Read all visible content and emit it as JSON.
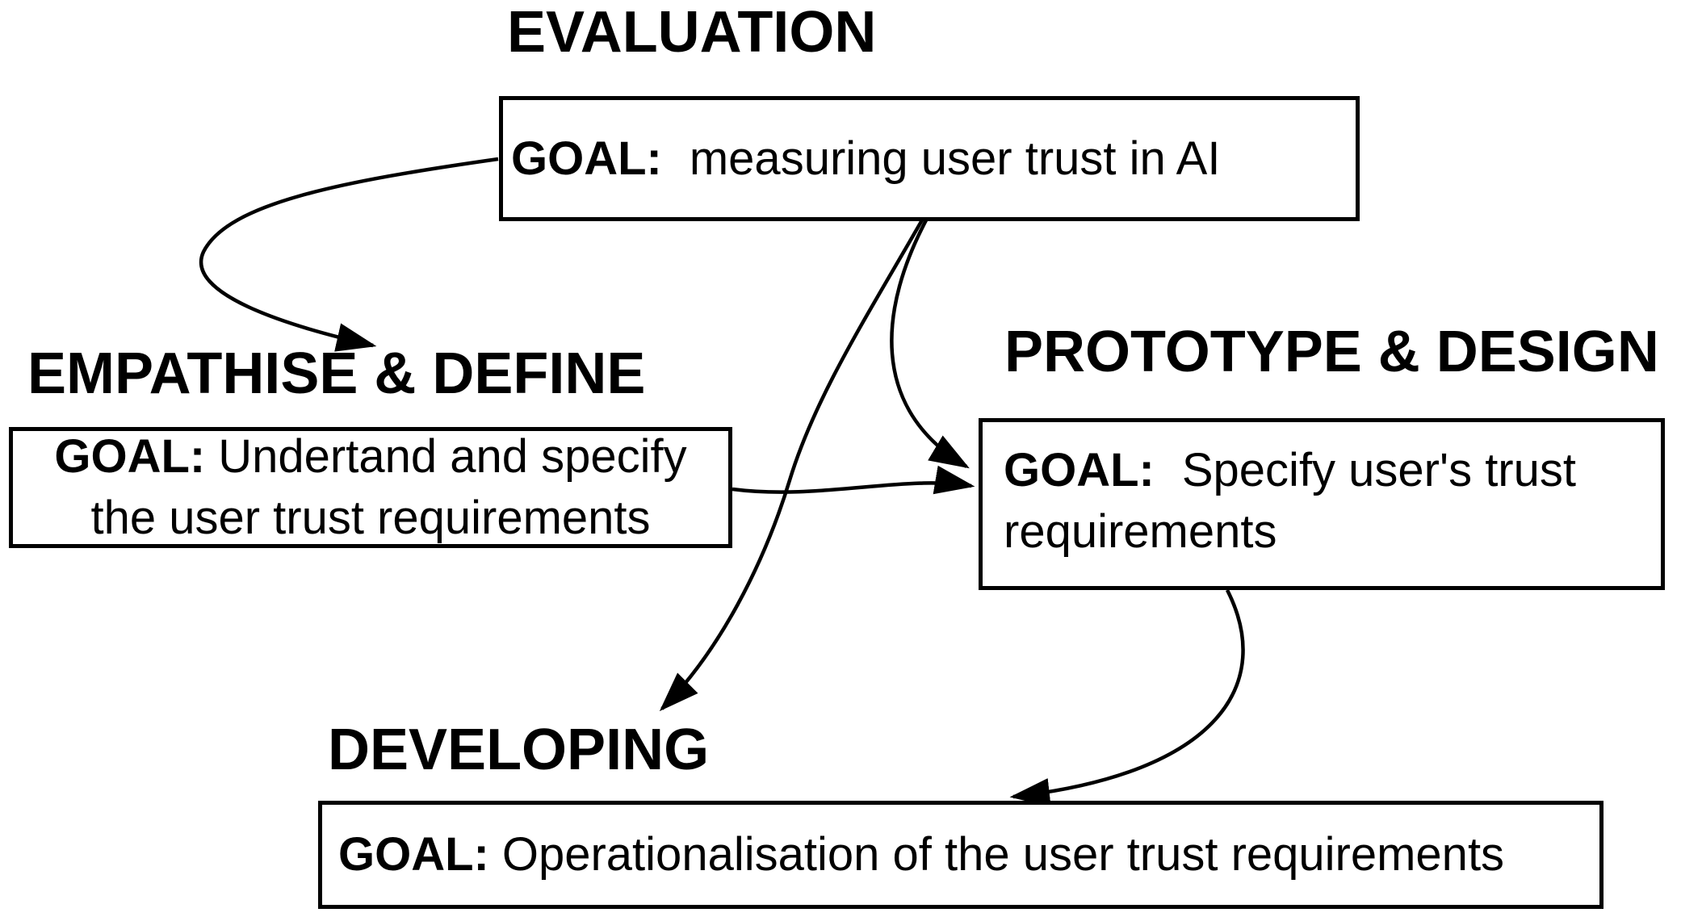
{
  "diagram": {
    "background_color": "#ffffff",
    "line_color": "#000000",
    "text_color": "#000000",
    "nodes": {
      "evaluation": {
        "title": "EVALUATION",
        "goal_label": "GOAL:",
        "goal_lines": [
          "measuring user trust in AI"
        ]
      },
      "empathise": {
        "title": "EMPATHISE & DEFINE",
        "goal_label": "GOAL:",
        "goal_lines": [
          "Undertand and specify",
          "the user trust requirements"
        ]
      },
      "prototype": {
        "title": "PROTOTYPE & DESIGN",
        "goal_label": "GOAL:",
        "goal_lines": [
          "Specify user's trust",
          "requirements"
        ]
      },
      "developing": {
        "title": "DEVELOPING",
        "goal_label": "GOAL:",
        "goal_lines": [
          "Operationalisation of the user trust requirements"
        ]
      }
    },
    "edges": [
      {
        "from": "evaluation",
        "to": "empathise"
      },
      {
        "from": "empathise",
        "to": "prototype"
      },
      {
        "from": "evaluation",
        "to": "prototype"
      },
      {
        "from": "evaluation",
        "to": "developing"
      },
      {
        "from": "prototype",
        "to": "developing"
      }
    ]
  }
}
